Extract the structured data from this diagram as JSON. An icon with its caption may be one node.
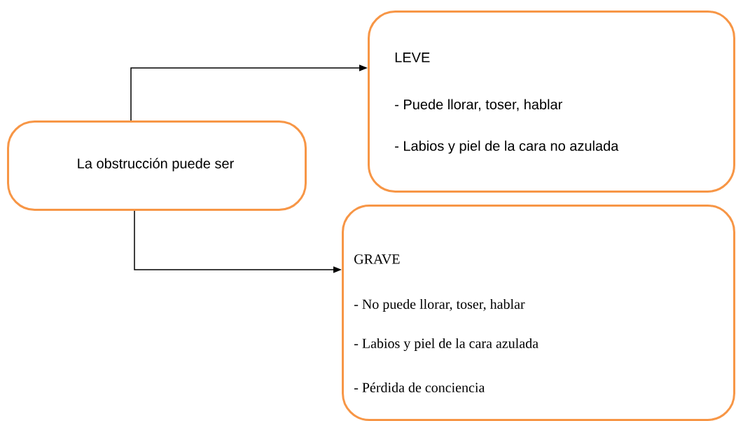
{
  "diagram": {
    "nodes": [
      {
        "text": [
          "La obstrucción puede ser"
        ]
      },
      {
        "text": [
          "LEVE",
          "- Puede llorar, toser, hablar",
          "- Labios y piel de la cara no azulada"
        ]
      },
      {
        "text": [
          "GRAVE",
          "- No puede llorar, toser, hablar",
          "- Labios y piel de la cara azulada",
          "- Pérdida de conciencia"
        ]
      }
    ],
    "edges": [
      {
        "from": 0,
        "to": 1,
        "arrow": "to"
      },
      {
        "from": 0,
        "to": 2,
        "arrow": "to"
      }
    ]
  }
}
